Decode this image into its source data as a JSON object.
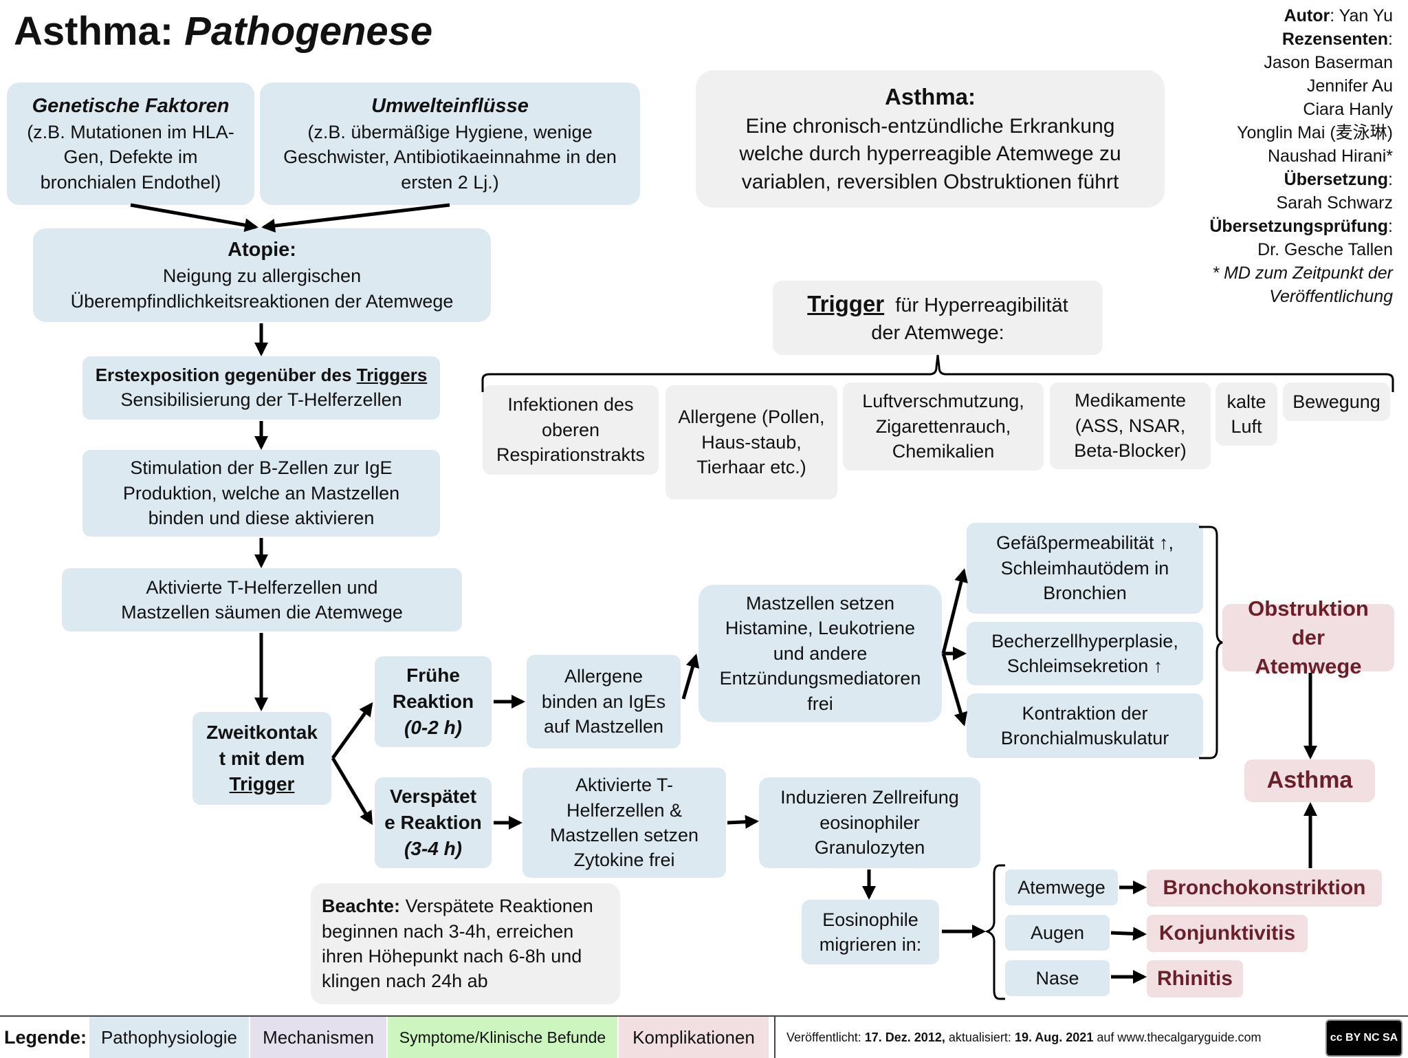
{
  "title": {
    "main": "Asthma:",
    "sub": "Pathogenese"
  },
  "credits": {
    "author_label": "Autor",
    "author_name": ": Yan Yu",
    "reviewers_label": "Rezensenten",
    "reviewers": [
      "Jason Baserman",
      "Jennifer Au",
      "Ciara Hanly",
      "Yonglin Mai (麦泳琳)",
      "Naushad Hirani*"
    ],
    "translation_label": "Übersetzung",
    "translator": "Sarah Schwarz",
    "review_label": "Übersetzungsprüfung",
    "review_name": "Dr. Gesche Tallen",
    "footnote": [
      "* MD zum Zeitpunkt der",
      "Veröffentlichung"
    ]
  },
  "genetic": {
    "title": "Genetische Faktoren",
    "text": "(z.B. Mutationen im HLA-Gen, Defekte im bronchialen Endothel)"
  },
  "environment": {
    "title": "Umwelteinflüsse",
    "text": "(z.B. übermäßige Hygiene, wenige Geschwister, Antibiotikaeinnahme in den ersten 2 Lj.)"
  },
  "atopy": {
    "title": "Atopie:",
    "text": "Neigung zu allergischen Überempfindlichkeitsreaktionen der Atemwege"
  },
  "first_exposure": {
    "title_a": "Erstexposition gegenüber des ",
    "title_b": "Triggers",
    "text": "Sensibilisierung der T-Helferzellen"
  },
  "bcell": {
    "text": "Stimulation der B-Zellen zur IgE Produktion, welche an Mastzellen binden und diese aktivieren"
  },
  "activated": {
    "text": "Aktivierte T-Helferzellen und Mastzellen säumen die Atemwege"
  },
  "second_contact": {
    "a": "Zweitkontak",
    "b": "t mit dem",
    "c": "Trigger"
  },
  "early": {
    "a": "Frühe",
    "b": "Reaktion",
    "c": "(0-2 h)"
  },
  "late": {
    "a": "Verspätet",
    "b": "e Reaktion",
    "c": "(3-4 h)"
  },
  "allergens_bind": {
    "text": "Allergene binden an IgEs auf Mastzellen"
  },
  "activated_late": {
    "text": "Aktivierte T-Helferzellen & Mastzellen setzen Zytokine frei"
  },
  "note": {
    "label": "Beachte:",
    "text": "Verspätete Reaktionen beginnen nach 3-4h, erreichen ihren Höhepunkt nach 6-8h und klingen nach 24h ab"
  },
  "definition": {
    "title": "Asthma:",
    "text": "Eine chronisch-entzündliche Erkrankung welche durch hyperreagible Atemwege zu variablen, reversiblen Obstruktionen führt"
  },
  "trigger_header": {
    "title": "Trigger",
    "text_a": "für Hyperreagibilität",
    "text_b": "der Atemwege:"
  },
  "triggers": [
    "Infektionen des oberen Respirationstrakts",
    "Allergene (Pollen, Haus-staub, Tierhaar etc.)",
    "Luftverschmutzung, Zigarettenrauch, Chemikalien",
    "Medikamente (ASS, NSAR, Beta-Blocker)",
    "kalte Luft",
    "Bewegung"
  ],
  "mast_release": {
    "text": "Mastzellen setzen Histamine, Leukotriene und andere Entzündungsmediatoren frei"
  },
  "effects": [
    "Gefäßpermeabilität ↑, Schleimhautödem in Bronchien",
    "Becherzellhyperplasie, Schleimsekretion ↑",
    "Kontraktion der Bronchialmuskulatur"
  ],
  "obstruction": {
    "text": "Obstruktion der Atemwege"
  },
  "asthma": {
    "text": "Asthma"
  },
  "eos_maturation": {
    "text": "Induzieren Zellreifung eosinophiler Granulozyten"
  },
  "eos_migration": {
    "text": "Eosinophile migrieren in:"
  },
  "sites": [
    "Atemwege",
    "Augen",
    "Nase"
  ],
  "outcomes": [
    "Bronchokonstriktion",
    "Konjunktivitis",
    "Rhinitis"
  ],
  "legend": {
    "label": "Legende:",
    "items": [
      "Pathophysiologie",
      "Mechanismen",
      "Symptome/Klinische Befunde",
      "Komplikationen"
    ],
    "colors": [
      "#dde9f1",
      "#e4e0ee",
      "#ccf5c0",
      "#f1dfe1"
    ]
  },
  "footer": {
    "published_label": "Veröffentlicht:",
    "published_date": "17. Dez. 2012,",
    "updated_label": "aktualisiert:",
    "updated_date": "19. Aug. 2021",
    "site": "auf www.thecalgaryguide.com"
  },
  "license": {
    "text": "cc BY NC SA"
  }
}
